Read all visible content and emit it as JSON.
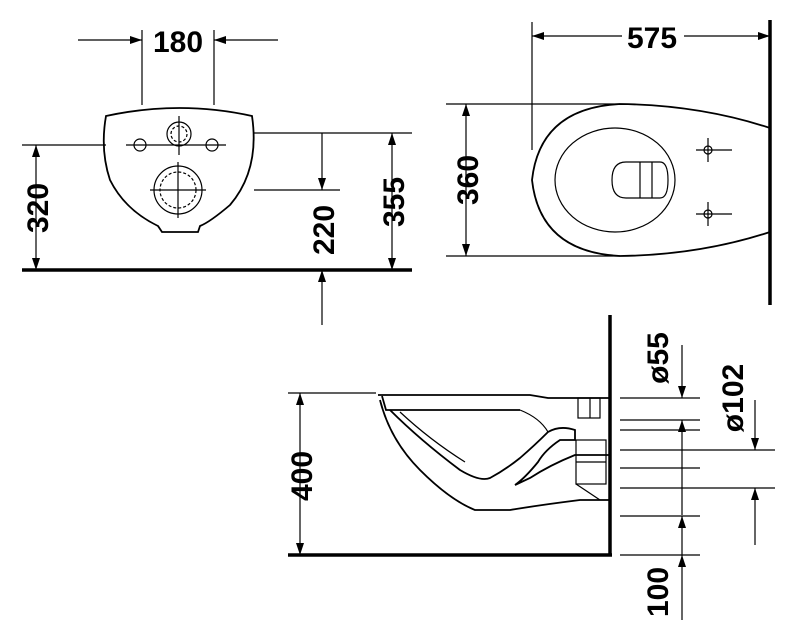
{
  "front_view": {
    "width_label": "180",
    "height_label": "320",
    "outlet_height_label": "220",
    "fixing_height_label": "355"
  },
  "top_view": {
    "length_label": "575",
    "width_label": "360"
  },
  "side_view": {
    "height_label": "400",
    "inlet_label": "ø55",
    "outlet_label": "ø102",
    "offset_label": "100"
  }
}
